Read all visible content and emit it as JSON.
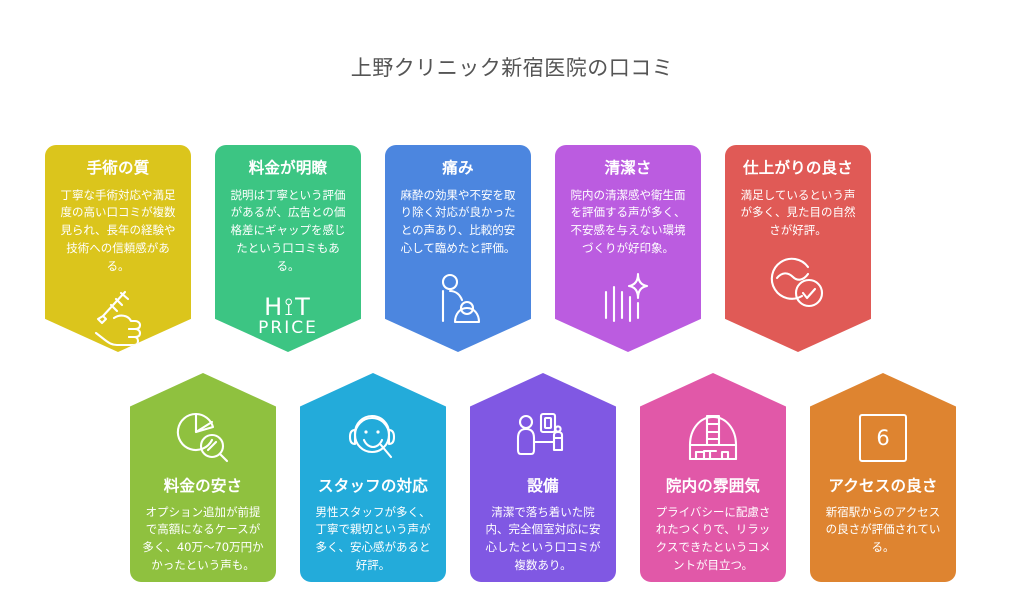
{
  "title": "上野クリニック新宿医院の口コミ",
  "title_color": "#555555",
  "background_color": "#ffffff",
  "top_row": [
    {
      "title": "手術の質",
      "desc": "丁寧な手術対応や満足度の高い口コミが複数見られ、長年の経験や技術への信頼感がある。",
      "color": "#DBC51C",
      "icon": "hand-syringe-icon"
    },
    {
      "title": "料金が明瞭",
      "desc": "説明は丁寧という評価があるが、広告との価格差にギャップを感じたという口コミもある。",
      "color": "#3CC583",
      "icon": "hot-price-icon",
      "icon_text_primary": "H⟟T",
      "icon_text_secondary": "PRICE"
    },
    {
      "title": "痛み",
      "desc": "麻酔の効果や不安を取り除く対応が良かったとの声あり、比較的安心して臨めたと評価。",
      "color": "#4C86DF",
      "icon": "patient-care-icon"
    },
    {
      "title": "清潔さ",
      "desc": "院内の清潔感や衛生面を評価する声が多く、不安感を与えない環境づくりが好印象。",
      "color": "#BB5CE0",
      "icon": "sparkle-shine-icon"
    },
    {
      "title": "仕上がりの良さ",
      "desc": "満足しているという声が多く、見た目の自然さが好評。",
      "color": "#E05A56",
      "icon": "face-check-icon"
    }
  ],
  "bottom_row": [
    {
      "title": "料金の安さ",
      "desc": "オプション追加が前提で高額になるケースが多く、40万〜70万円かかったという声も。",
      "color": "#8FC13F",
      "icon": "pie-chart-magnifier-icon"
    },
    {
      "title": "スタッフの対応",
      "desc": "男性スタッフが多く、丁寧で親切という声が多く、安心感があると好評。",
      "color": "#23ABDA",
      "icon": "headset-smiley-icon"
    },
    {
      "title": "設備",
      "desc": "清潔で落ち着いた院内、完全個室対応に安心したという口コミが複数あり。",
      "color": "#8058E3",
      "icon": "person-equipment-icon"
    },
    {
      "title": "院内の雰囲気",
      "desc": "プライバシーに配慮されたつくりで、リラックスできたというコメントが目立つ。",
      "color": "#E158A8",
      "icon": "clinic-interior-icon"
    },
    {
      "title": "アクセスの良さ",
      "desc": "新宿駅からのアクセスの良さが評価されている。",
      "color": "#DE8430",
      "icon": "access-number-icon",
      "icon_text": "6"
    }
  ]
}
